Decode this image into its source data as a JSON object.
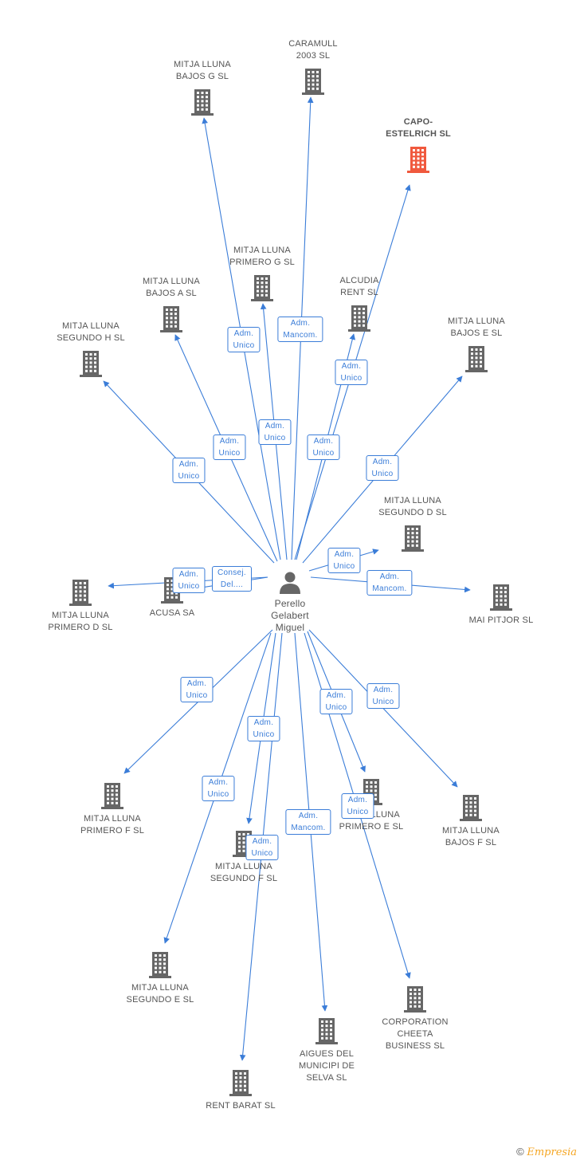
{
  "colors": {
    "edge": "#3b7dd8",
    "building": "#666666",
    "building_highlight": "#f0593e",
    "person": "#666666"
  },
  "center": {
    "name": "Perello\nGelabert\nMiguel",
    "icon": "person-icon"
  },
  "nodes": [
    {
      "id": "caramull",
      "label": "CARAMULL\n2003 SL"
    },
    {
      "id": "bajos_g",
      "label": "MITJA LLUNA\nBAJOS G SL"
    },
    {
      "id": "capo",
      "label": "CAPO-\nESTELRICH SL",
      "highlight": true
    },
    {
      "id": "primero_g",
      "label": "MITJA LLUNA\nPRIMERO G SL"
    },
    {
      "id": "bajos_a",
      "label": "MITJA LLUNA\nBAJOS A SL"
    },
    {
      "id": "alcudia",
      "label": "ALCUDIA\nRENT  SL"
    },
    {
      "id": "segundo_h",
      "label": "MITJA LLUNA\nSEGUNDO H SL"
    },
    {
      "id": "bajos_e",
      "label": "MITJA LLUNA\nBAJOS E SL"
    },
    {
      "id": "segundo_d",
      "label": "MITJA LLUNA\nSEGUNDO D SL"
    },
    {
      "id": "primero_d",
      "label": "MITJA LLUNA\nPRIMERO D SL"
    },
    {
      "id": "acusa",
      "label": "ACUSA SA"
    },
    {
      "id": "mai_pitjor",
      "label": "MAI PITJOR SL"
    },
    {
      "id": "primero_f",
      "label": "MITJA LLUNA\nPRIMERO F SL"
    },
    {
      "id": "primero_e",
      "label": "MITJA LLUNA\nPRIMERO E SL"
    },
    {
      "id": "bajos_f",
      "label": "MITJA LLUNA\nBAJOS F SL"
    },
    {
      "id": "segundo_f",
      "label": "MITJA LLUNA\nSEGUNDO F SL"
    },
    {
      "id": "segundo_e",
      "label": "MITJA LLUNA\nSEGUNDO E SL"
    },
    {
      "id": "corporation",
      "label": "CORPORATION\nCHEETA\nBUSINESS  SL"
    },
    {
      "id": "aigues",
      "label": "AIGUES DEL\nMUNICIPI DE\nSELVA SL"
    },
    {
      "id": "rent_barat",
      "label": "RENT BARAT SL"
    }
  ],
  "edges": [
    {
      "to": "caramull",
      "role": "Adm.\nMancom."
    },
    {
      "to": "bajos_g",
      "role": "Adm.\nUnico"
    },
    {
      "to": "capo",
      "role": "Adm.\nUnico"
    },
    {
      "to": "primero_g",
      "role": "Adm.\nUnico"
    },
    {
      "to": "bajos_a",
      "role": "Adm.\nUnico"
    },
    {
      "to": "alcudia",
      "role": "Adm.\nUnico"
    },
    {
      "to": "segundo_h",
      "role": "Adm.\nUnico"
    },
    {
      "to": "bajos_e",
      "role": "Adm.\nUnico"
    },
    {
      "to": "segundo_d",
      "role": "Adm.\nUnico"
    },
    {
      "to": "primero_d",
      "role": "Adm.\nUnico"
    },
    {
      "to": "acusa",
      "role": "Consej.\nDel...."
    },
    {
      "to": "mai_pitjor",
      "role": "Adm.\nMancom."
    },
    {
      "to": "primero_f",
      "role": "Adm.\nUnico"
    },
    {
      "to": "primero_e",
      "role": "Adm.\nUnico"
    },
    {
      "to": "bajos_f",
      "role": "Adm.\nUnico"
    },
    {
      "to": "segundo_f",
      "role": "Adm.\nUnico"
    },
    {
      "to": "segundo_e",
      "role": "Adm.\nUnico"
    },
    {
      "to": "corporation",
      "role": "Adm.\nUnico"
    },
    {
      "to": "aigues",
      "role": "Adm.\nMancom."
    },
    {
      "to": "rent_barat",
      "role": "Adm.\nUnico"
    }
  ],
  "footer": {
    "copyright": "©",
    "brand": "Empresia"
  }
}
